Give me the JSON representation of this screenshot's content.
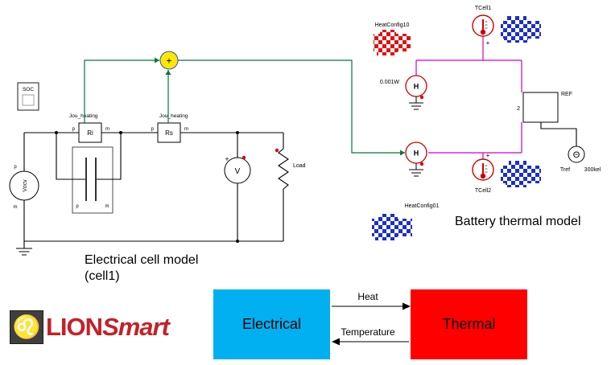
{
  "colors": {
    "flow_electrical_box": "#00B0F0",
    "flow_thermal_box": "#FF0000",
    "magenta_wire": "#CC00CC",
    "green_wire": "#007840",
    "sum_yellow": "#FFE800",
    "component_red": "#CC0000",
    "pixel_red": "#E01010",
    "pixel_blue": "#1A2FCC",
    "logo_red": "#C42127"
  },
  "electrical": {
    "title1": "Electrical cell model",
    "title2": "(cell1)",
    "soc": "SOC",
    "vocv": "Vocv",
    "ri": "Ri",
    "rs": "Rs",
    "load": "Load",
    "jou_heating": "Jou_heating",
    "sum_plus": "+",
    "voltmeter": "V",
    "volt_plus": "+",
    "pin_p": "p",
    "pin_m": "m"
  },
  "thermal": {
    "title": "Battery thermal model",
    "tcell1": "TCell1",
    "tcell2": "TCell2",
    "plus": "+",
    "heatconfig10": "HeatConfig10",
    "heatconfig01": "HeatConfig01",
    "heat_value": "0.001W",
    "h": "H",
    "ref": "REF",
    "ref_port": "2",
    "tref": "Tref",
    "tref_value": "300kel",
    "theta": "Θ"
  },
  "flow": {
    "electrical": "Electrical",
    "thermal": "Thermal",
    "heat": "Heat",
    "temperature": "Temperature"
  },
  "logo": {
    "emblem": "♌",
    "lion": "LION",
    "smart": "Smart"
  }
}
